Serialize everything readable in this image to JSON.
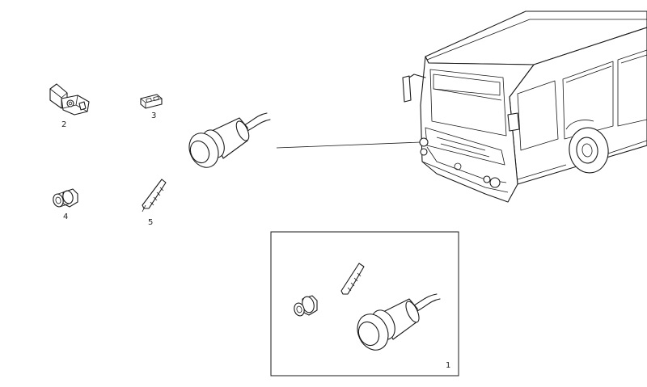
{
  "labels": {
    "kit": "1",
    "connector": "2",
    "seal_cap": "3",
    "grommet": "4",
    "terminal": "5"
  }
}
